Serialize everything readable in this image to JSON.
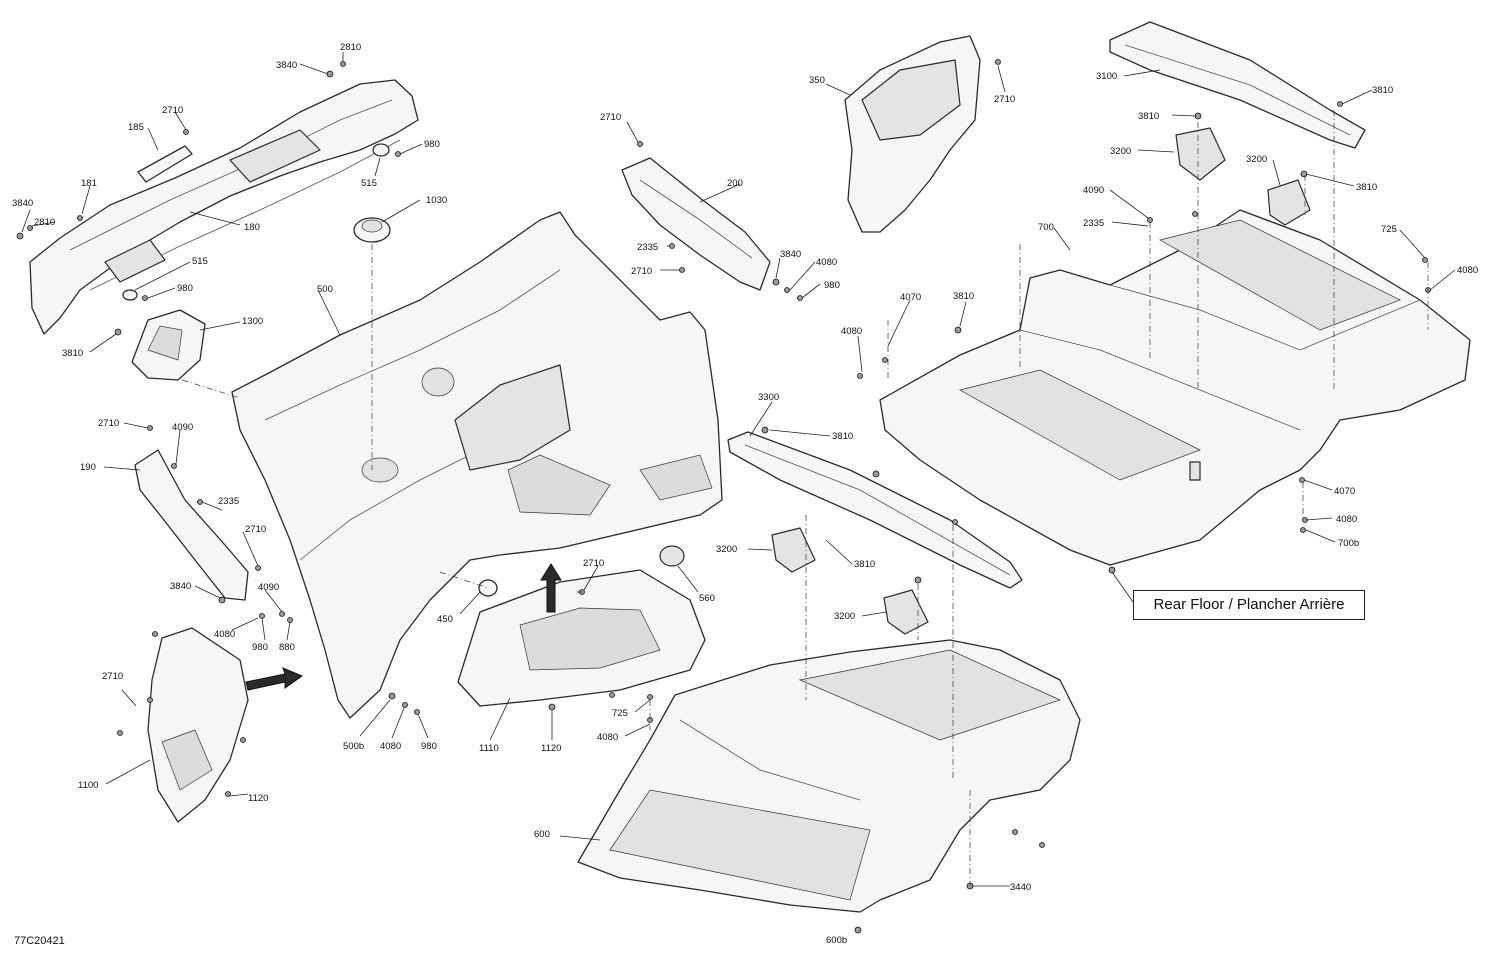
{
  "drawing_number": "77C20421",
  "reference_label": "Rear Floor / Plancher Arrière",
  "callouts": [
    {
      "id": "c-2810-a",
      "text": "2810"
    },
    {
      "id": "c-3840-a",
      "text": "3840"
    },
    {
      "id": "c-2710-a",
      "text": "2710"
    },
    {
      "id": "c-185",
      "text": "185"
    },
    {
      "id": "c-980-a",
      "text": "980"
    },
    {
      "id": "c-515-a",
      "text": "515"
    },
    {
      "id": "c-181",
      "text": "181"
    },
    {
      "id": "c-180",
      "text": "180"
    },
    {
      "id": "c-3840-b",
      "text": "3840"
    },
    {
      "id": "c-2810-b",
      "text": "2810"
    },
    {
      "id": "c-515-b",
      "text": "515"
    },
    {
      "id": "c-980-b",
      "text": "980"
    },
    {
      "id": "c-1030",
      "text": "1030"
    },
    {
      "id": "c-3810-a",
      "text": "3810"
    },
    {
      "id": "c-1300",
      "text": "1300"
    },
    {
      "id": "c-500",
      "text": "500"
    },
    {
      "id": "c-2710-b",
      "text": "2710"
    },
    {
      "id": "c-200",
      "text": "200"
    },
    {
      "id": "c-2335-a",
      "text": "2335"
    },
    {
      "id": "c-2710-c",
      "text": "2710"
    },
    {
      "id": "c-3840-c",
      "text": "3840"
    },
    {
      "id": "c-4080-a",
      "text": "4080"
    },
    {
      "id": "c-980-c",
      "text": "980"
    },
    {
      "id": "c-350",
      "text": "350"
    },
    {
      "id": "c-2710-d",
      "text": "2710"
    },
    {
      "id": "c-3100",
      "text": "3100"
    },
    {
      "id": "c-3810-b",
      "text": "3810"
    },
    {
      "id": "c-3810-c",
      "text": "3810"
    },
    {
      "id": "c-3200-a",
      "text": "3200"
    },
    {
      "id": "c-3200-b",
      "text": "3200"
    },
    {
      "id": "c-3810-d",
      "text": "3810"
    },
    {
      "id": "c-4090-a",
      "text": "4090"
    },
    {
      "id": "c-2335-b",
      "text": "2335"
    },
    {
      "id": "c-700",
      "text": "700"
    },
    {
      "id": "c-725-a",
      "text": "725"
    },
    {
      "id": "c-4080-b",
      "text": "4080"
    },
    {
      "id": "c-4070-a",
      "text": "4070"
    },
    {
      "id": "c-3810-e",
      "text": "3810"
    },
    {
      "id": "c-4080-c",
      "text": "4080"
    },
    {
      "id": "c-2710-e",
      "text": "2710"
    },
    {
      "id": "c-4090-b",
      "text": "4090"
    },
    {
      "id": "c-190",
      "text": "190"
    },
    {
      "id": "c-2335-c",
      "text": "2335"
    },
    {
      "id": "c-2710-f",
      "text": "2710"
    },
    {
      "id": "c-3840-d",
      "text": "3840"
    },
    {
      "id": "c-4090-c",
      "text": "4090"
    },
    {
      "id": "c-4080-d",
      "text": "4080"
    },
    {
      "id": "c-980-d",
      "text": "980"
    },
    {
      "id": "c-880",
      "text": "880"
    },
    {
      "id": "c-3300",
      "text": "3300"
    },
    {
      "id": "c-3810-f",
      "text": "3810"
    },
    {
      "id": "c-4070-b",
      "text": "4070"
    },
    {
      "id": "c-4080-e",
      "text": "4080"
    },
    {
      "id": "c-700b",
      "text": "700b"
    },
    {
      "id": "c-3200-c",
      "text": "3200"
    },
    {
      "id": "c-3810-g",
      "text": "3810"
    },
    {
      "id": "c-2710-g",
      "text": "2710"
    },
    {
      "id": "c-560",
      "text": "560"
    },
    {
      "id": "c-450",
      "text": "450"
    },
    {
      "id": "c-3200-d",
      "text": "3200"
    },
    {
      "id": "c-2710-h",
      "text": "2710"
    },
    {
      "id": "c-500b",
      "text": "500b"
    },
    {
      "id": "c-4080-f",
      "text": "4080"
    },
    {
      "id": "c-980-e",
      "text": "980"
    },
    {
      "id": "c-1110",
      "text": "1110"
    },
    {
      "id": "c-1120-a",
      "text": "1120"
    },
    {
      "id": "c-725-b",
      "text": "725"
    },
    {
      "id": "c-4080-g",
      "text": "4080"
    },
    {
      "id": "c-1100",
      "text": "1100"
    },
    {
      "id": "c-1120-b",
      "text": "1120"
    },
    {
      "id": "c-600",
      "text": "600"
    },
    {
      "id": "c-3440",
      "text": "3440"
    },
    {
      "id": "c-600b",
      "text": "600b"
    }
  ]
}
